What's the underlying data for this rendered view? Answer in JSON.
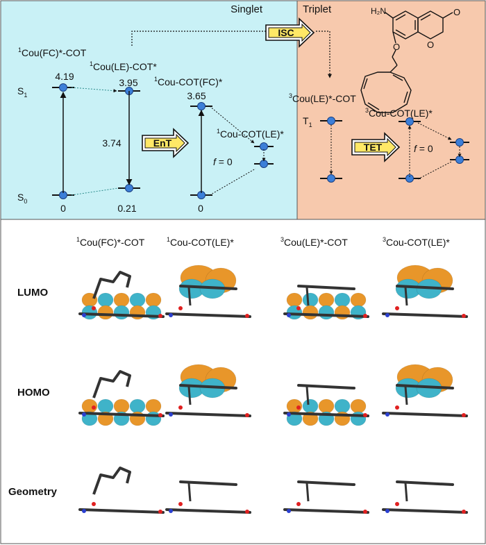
{
  "colors": {
    "singlet_bg": "#c9f1f6",
    "triplet_bg": "#f7c9ad",
    "orbital_orange": "#e8962a",
    "orbital_cyan": "#3fb3c9",
    "level_dot": "#3c7fd8",
    "badge_fill": "#ffe866",
    "badge_text": "#e01010"
  },
  "panel_top": {
    "singlet_label": "Singlet",
    "triplet_label": "Triplet",
    "isc_label": "ISC",
    "ent_label": "EnT",
    "tet_label": "TET",
    "state_s1": "S",
    "state_s1_sub": "1",
    "state_s0": "S",
    "state_s0_sub": "0",
    "state_t1": "T",
    "state_t1_sub": "1",
    "f_label_1": "f",
    "f_value_1": " = 0",
    "f_label_2": "f",
    "f_value_2": " = 0",
    "species": {
      "fc_cot": {
        "sup": "1",
        "text": "Cou(FC)*-COT"
      },
      "le_cot": {
        "sup": "1",
        "text": "Cou(LE)-COT*"
      },
      "cot_fc": {
        "sup": "1",
        "text": "Cou-COT(FC)*"
      },
      "cot_le": {
        "sup": "1",
        "text": "Cou-COT(LE)*"
      },
      "t_le_cot": {
        "sup": "3",
        "text": "Cou(LE)*-COT"
      },
      "t_cot_le": {
        "sup": "3",
        "text": "Cou-COT(LE)*"
      }
    },
    "energies": {
      "e_419": "4.19",
      "e_395": "3.95",
      "e_365": "3.65",
      "e_374": "3.74",
      "e_0a": "0",
      "e_021": "0.21",
      "e_0b": "0"
    },
    "molecule": {
      "h2n": "H₂N",
      "carbonyl_o": "O",
      "ring_o": "O",
      "ether_o": "O"
    }
  },
  "panel_bottom": {
    "columns": [
      {
        "sup": "1",
        "text": "Cou(FC)*-COT"
      },
      {
        "sup": "1",
        "text": "Cou-COT(LE)*"
      },
      {
        "sup": "3",
        "text": "Cou(LE)*-COT"
      },
      {
        "sup": "3",
        "text": "Cou-COT(LE)*"
      }
    ],
    "rows": [
      {
        "label": "LUMO"
      },
      {
        "label": "HOMO"
      },
      {
        "label": "Geometry"
      }
    ]
  }
}
